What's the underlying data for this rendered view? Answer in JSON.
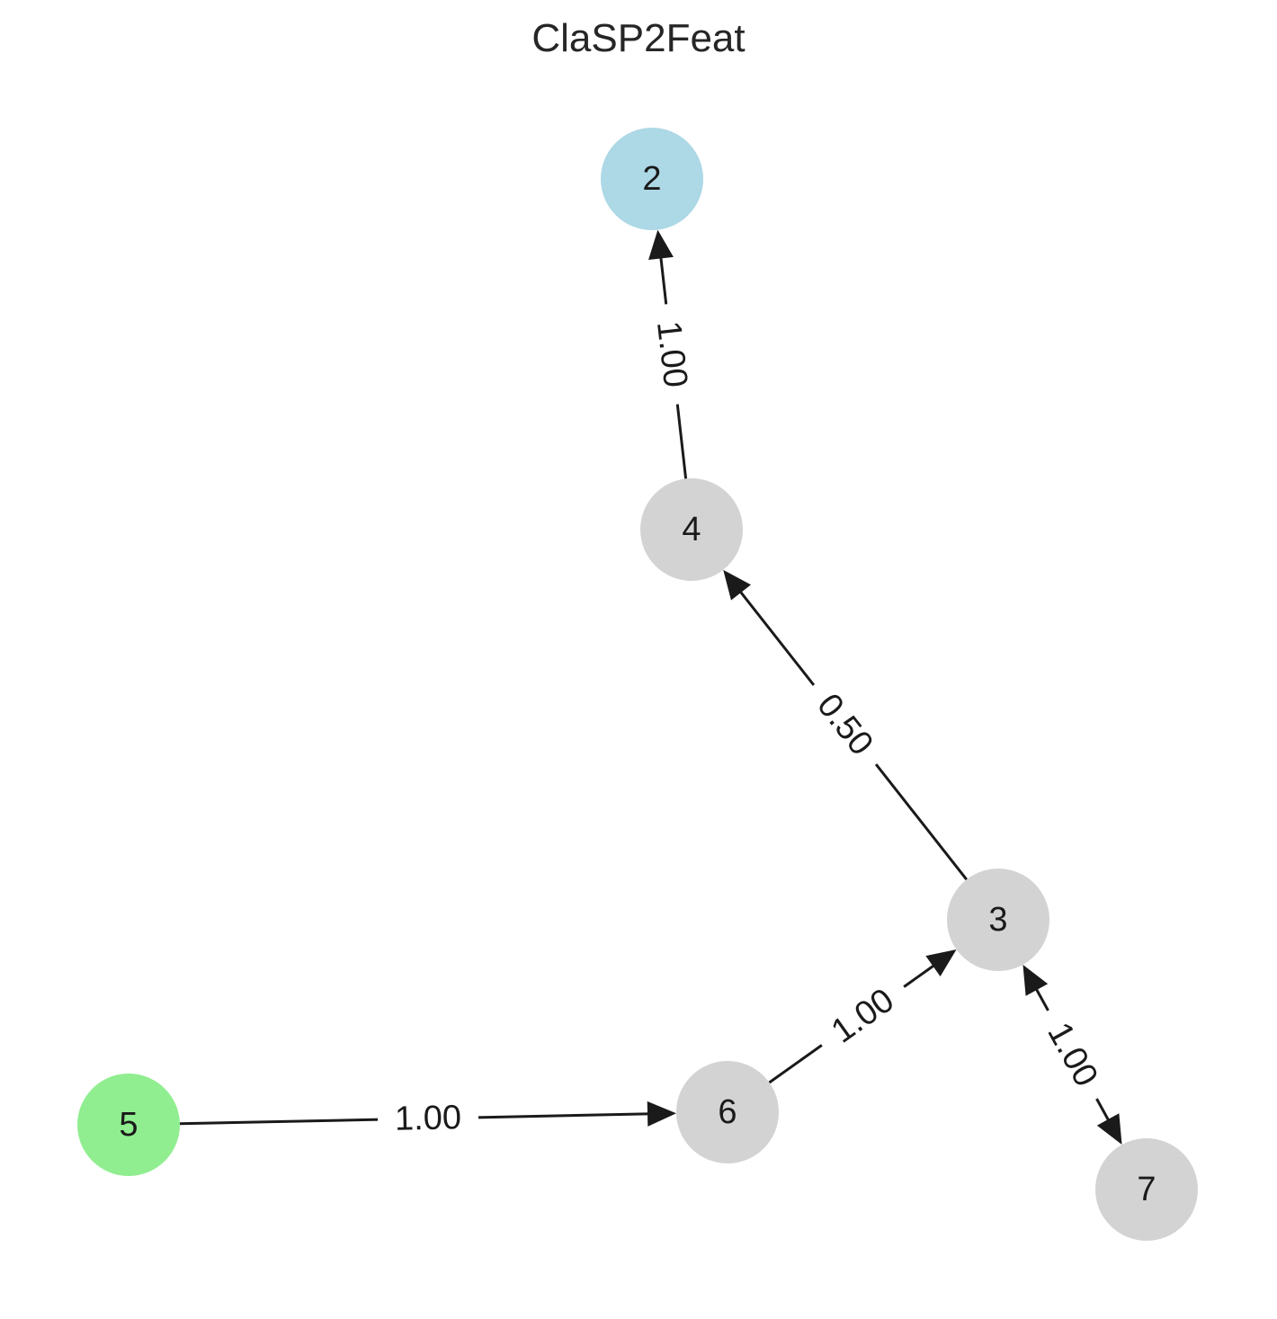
{
  "title": "ClaSP2Feat",
  "colors": {
    "edge": "#1a1a1a",
    "default_node": "#d3d3d3",
    "start_node": "#90ee90",
    "end_node": "#add8e6"
  },
  "nodes": [
    {
      "id": "2",
      "label": "2",
      "role": "end"
    },
    {
      "id": "4",
      "label": "4",
      "role": "default"
    },
    {
      "id": "3",
      "label": "3",
      "role": "default"
    },
    {
      "id": "5",
      "label": "5",
      "role": "start"
    },
    {
      "id": "6",
      "label": "6",
      "role": "default"
    },
    {
      "id": "7",
      "label": "7",
      "role": "default"
    }
  ],
  "edges": [
    {
      "from": "4",
      "to": "2",
      "label": "1.00"
    },
    {
      "from": "3",
      "to": "4",
      "label": "0.50"
    },
    {
      "from": "6",
      "to": "3",
      "label": "1.00"
    },
    {
      "from": "5",
      "to": "6",
      "label": "1.00"
    },
    {
      "from": "3",
      "to": "7",
      "label": "1.00",
      "bidirectional": true
    }
  ]
}
